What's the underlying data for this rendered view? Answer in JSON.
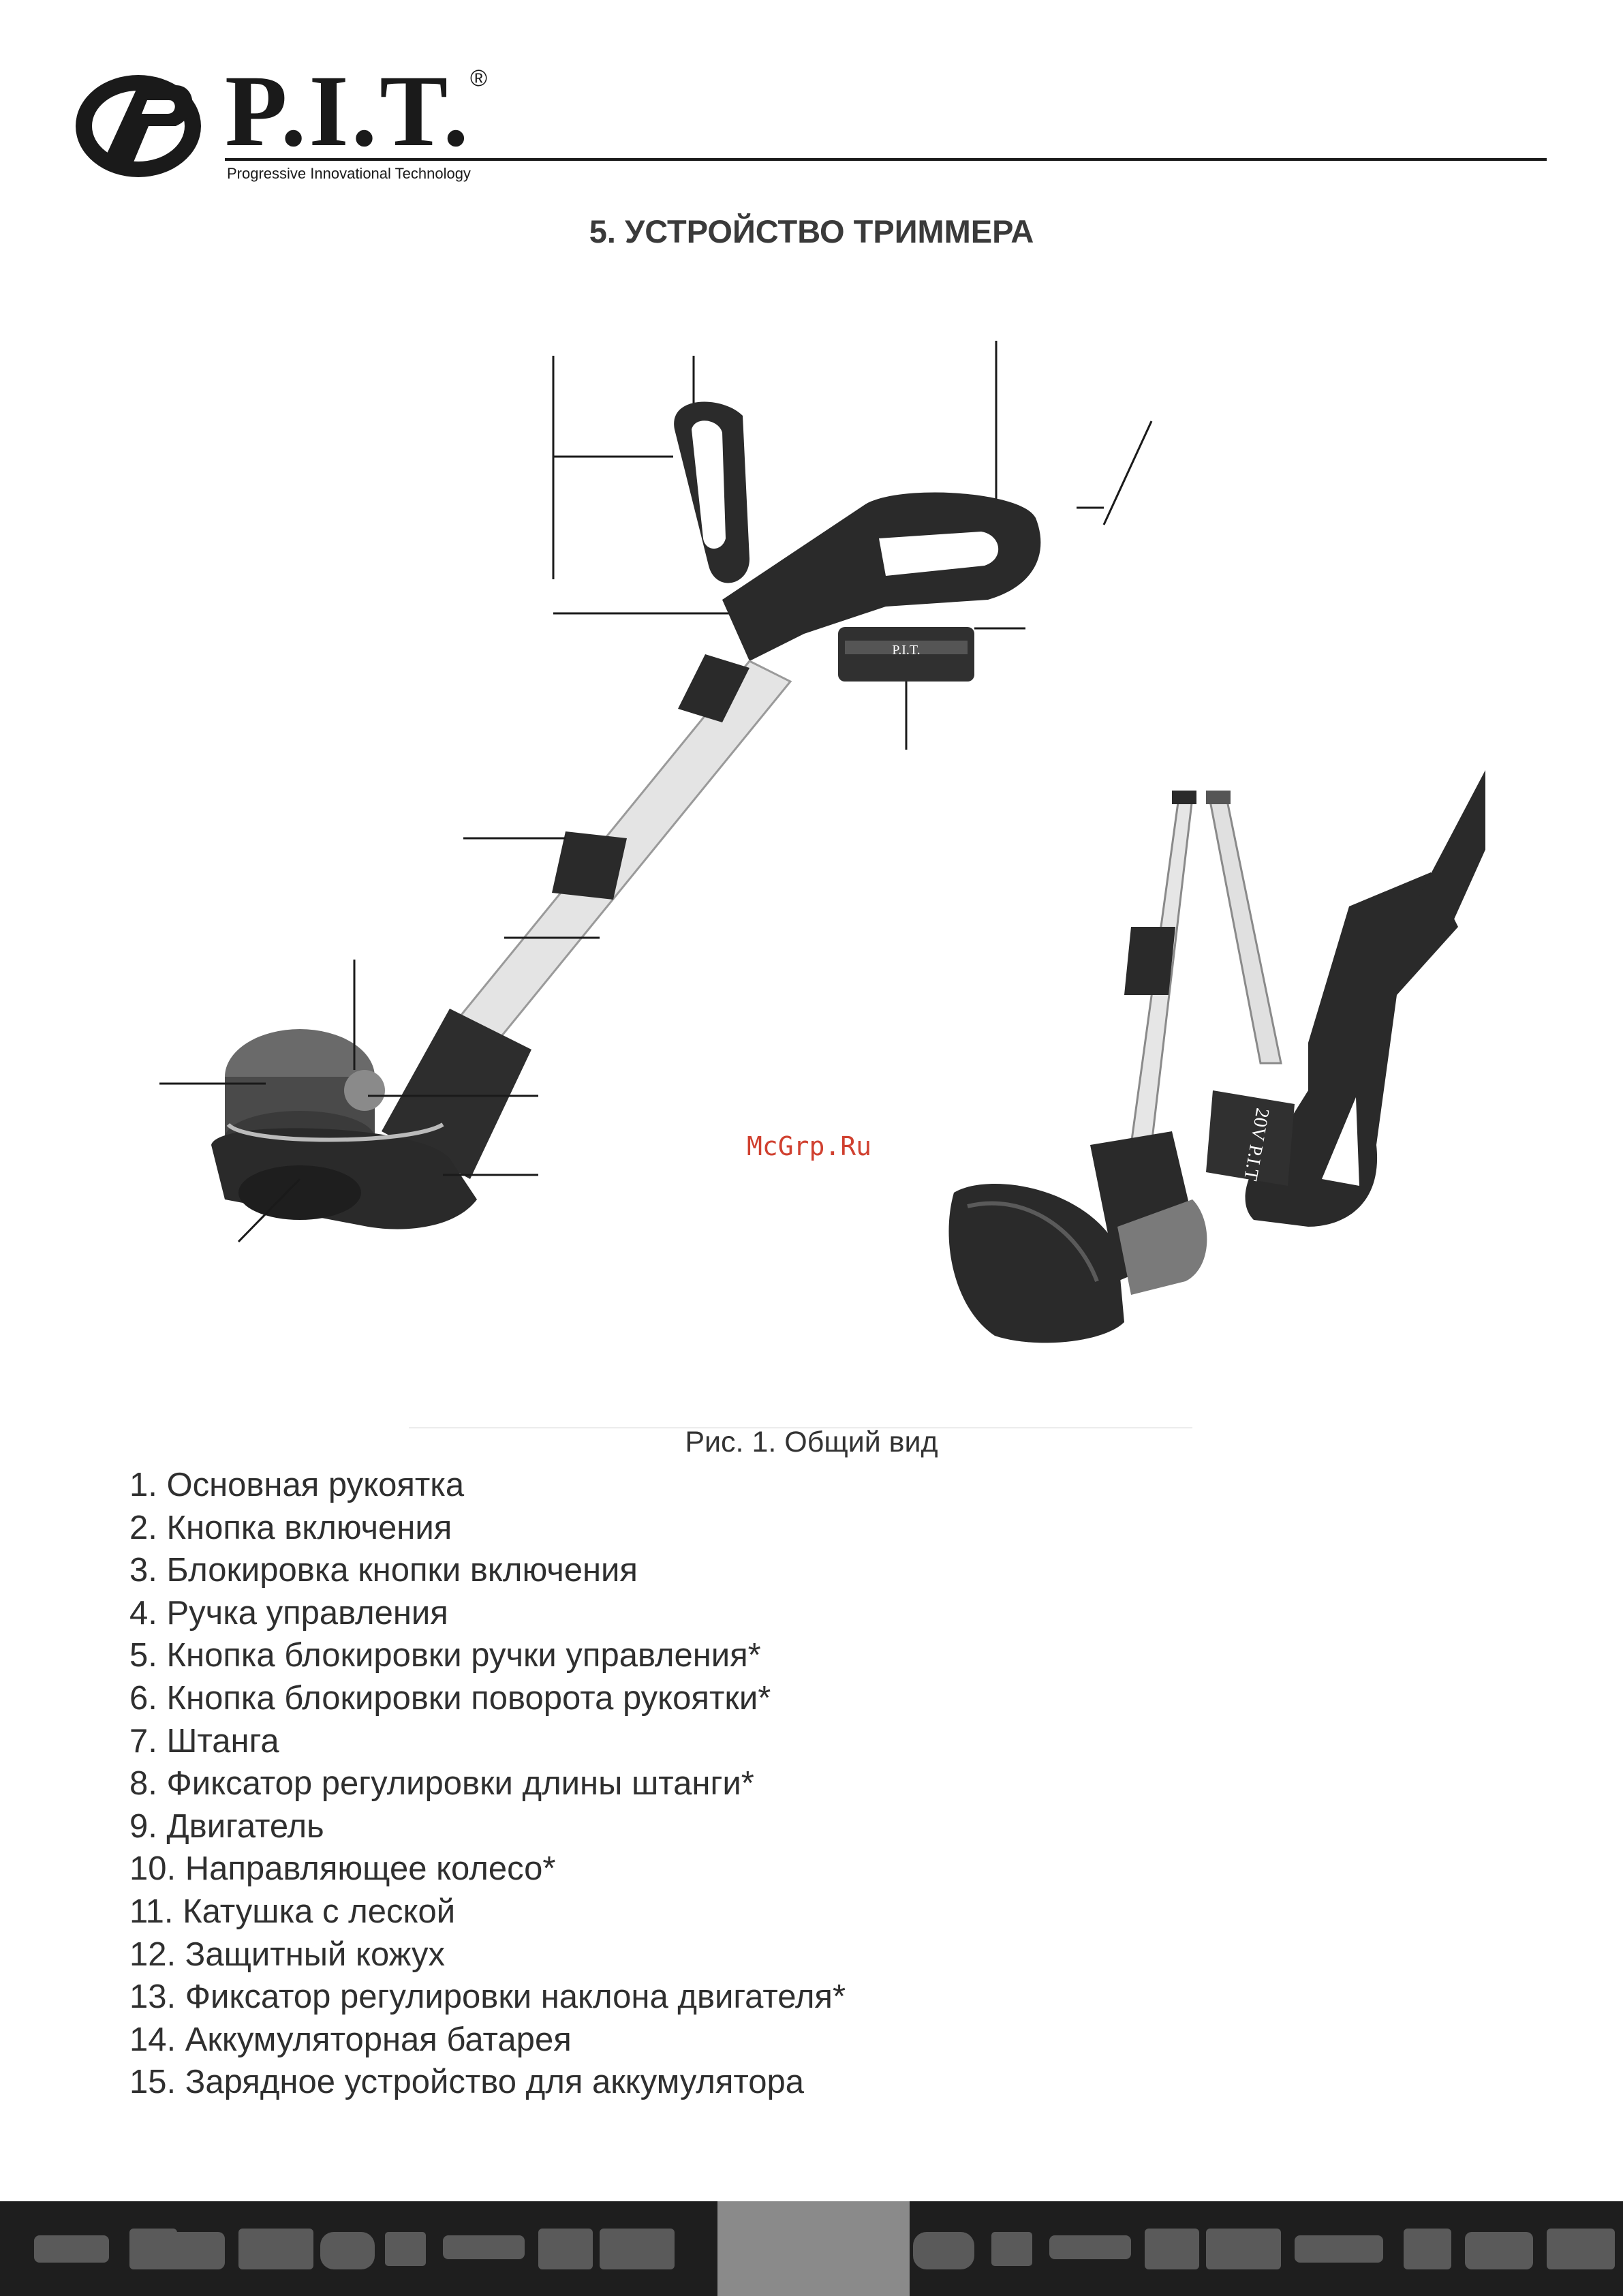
{
  "header": {
    "brand": "P.I.T.",
    "registered_mark": "®",
    "tagline": "Progressive Innovational Technology"
  },
  "section_title": "5. УСТРОЙСТВО ТРИММЕРА",
  "figure": {
    "caption": "Рис. 1. Общий вид",
    "battery_label": "P.I.T.",
    "battery_label_side": "20V P.I.T."
  },
  "parts_list": [
    "1. Основная рукоятка",
    "2. Кнопка включения",
    "3. Блокировка кнопки включения",
    "4. Ручка управления",
    "5. Кнопка блокировки ручки управления*",
    "6. Кнопка блокировки поворота рукоятки*",
    "7. Штанга",
    "8. Фиксатор регулировки длины штанги*",
    "9. Двигатель",
    "10. Направляющее колесо*",
    "11. Катушка с леской",
    "12. Защитный кожух",
    "13. Фиксатор регулировки наклона двигателя*",
    "14. Аккумуляторная батарея",
    "15. Зарядное устройство для аккумулятора"
  ],
  "watermark": "McGrp.Ru",
  "colors": {
    "text": "#2f2f2f",
    "footer_bg": "#1e1e1e",
    "footer_page": "#8a8a8a",
    "watermark": "#d0402f"
  }
}
